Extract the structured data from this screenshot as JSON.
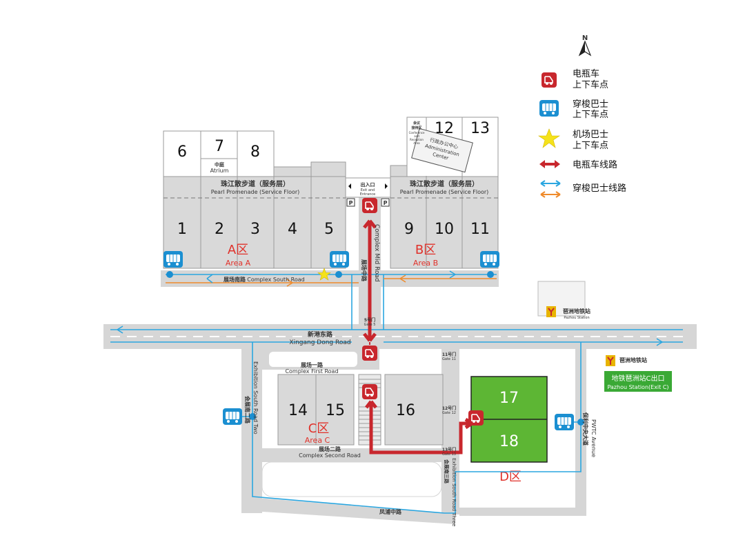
{
  "compass": {
    "label": "N"
  },
  "legend": {
    "cart_stop": [
      "电瓶车",
      "上下车点"
    ],
    "shuttle_stop": [
      "穿梭巴士",
      "上下车点"
    ],
    "airport_bus_stop": [
      "机场巴士",
      "上下车点"
    ],
    "cart_route": "电瓶车线路",
    "shuttle_route": "穿梭巴士线路"
  },
  "halls": {
    "h1": "1",
    "h2": "2",
    "h3": "3",
    "h4": "4",
    "h5": "5",
    "h6": "6",
    "h7": "7",
    "h8": "8",
    "h9": "9",
    "h10": "10",
    "h11": "11",
    "h12": "12",
    "h13": "13",
    "h14": "14",
    "h15": "15",
    "h16": "16",
    "h17": "17",
    "h18": "18"
  },
  "atrium": {
    "cn": "中庭",
    "en": "Atrium"
  },
  "admin_center": {
    "cn": "行政办公中心",
    "en1": "Administration",
    "en2": "Center"
  },
  "conference": {
    "cn1": "会议",
    "cn2": "接待区",
    "en1": "Conference",
    "en2": "and",
    "en3": "Reception",
    "en4": "Area"
  },
  "promenade": {
    "cn": "珠江散步道（服务层）",
    "en": "Pearl Promenade (Service Floor)"
  },
  "exit": {
    "cn": "出入口",
    "en1": "Exit and",
    "en2": "Entrance"
  },
  "areas": {
    "a_cn": "A区",
    "a_en": "Area A",
    "b_cn": "B区",
    "b_en": "Area B",
    "c_cn": "C区",
    "c_en": "Area C",
    "d_cn": "D区"
  },
  "roads": {
    "complex_south_cn": "展场南路",
    "complex_south_en": "Complex South Road",
    "complex_mid_cn": "展场中路",
    "complex_mid_en": "Complex Mid Road",
    "xingang_cn": "新港东路",
    "xingang_en": "Xingang Dong Road",
    "first_cn": "展场一路",
    "first_en": "Complex First Road",
    "second_cn": "展场二路",
    "second_en": "Complex Second Road",
    "exh_south2_cn": "会展南二路",
    "exh_south2_en": "Exhibition South Road Two",
    "exh_south3_cn": "会展南三路",
    "exh_south3_en": "Exhibition South Road Three",
    "pwtc_cn": "保利中央大道",
    "pwtc_en": "PWTC Avenue",
    "fengpu_cn": "凤浦中路"
  },
  "gates": {
    "g5_cn": "5号门",
    "g5_en": "Gate 5",
    "g11_cn": "11号门",
    "g11_en": "Gate 11",
    "g12_cn": "12号门",
    "g12_en": "Gate 12",
    "g13_cn": "13号门",
    "g13_en": "Gate 13"
  },
  "metro": {
    "station1_cn": "琶洲地铁站",
    "station1_en": "Pazhou Station",
    "station2_cn": "琶洲地铁站",
    "exit_c_cn": "地铁琶洲站C出口",
    "exit_c_en": "Pazhou Station(Exit C)"
  },
  "colors": {
    "cart_red": "#c8272d",
    "bus_blue": "#1b8fd1",
    "route_blue": "#2aa6e0",
    "route_orange": "#ef8a2a",
    "hall_green": "#5db634",
    "metro_green": "#3aa935",
    "road_grey": "#d6d6d6"
  }
}
